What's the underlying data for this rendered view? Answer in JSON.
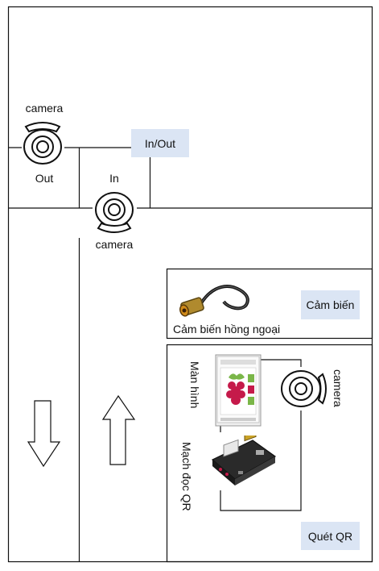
{
  "labels": {
    "camera_top": "camera",
    "out": "Out",
    "in": "In",
    "camera_mid": "camera",
    "in_out": "In/Out",
    "cam_bien": "Cảm biến",
    "cam_bien_hong_ngoai": "Cảm biến hồng ngoại",
    "man_hinh": "Màn hình",
    "camera_qr": "camera",
    "mach_doc_qr": "Mạch đọc QR",
    "quet_qr": "Quét QR"
  },
  "colors": {
    "label_box": "#dbe5f4",
    "line": "#111111",
    "raspberry": "#c51a4a",
    "leaf": "#7ab648"
  }
}
